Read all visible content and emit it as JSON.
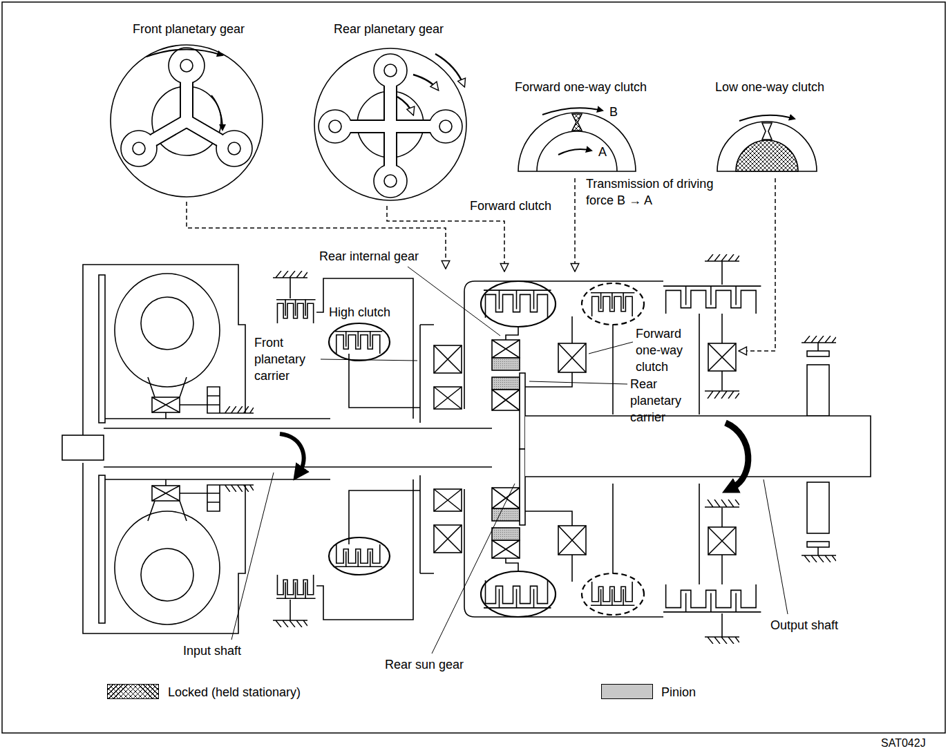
{
  "diagram": {
    "labels": [
      "Front planetary gear",
      "Rear planetary gear",
      "Forward one-way clutch",
      "Low one-way clutch",
      "B",
      "A",
      "Transmission of driving force B → A",
      "Forward clutch",
      "Rear internal gear",
      "High clutch",
      "Front planetary carrier",
      "Forward one-way clutch",
      "Rear planetary carrier",
      "Input shaft",
      "Rear sun gear",
      "Output shaft",
      "SAT042J"
    ],
    "legend": [
      {
        "text": "Locked (held stationary)"
      },
      {
        "text": "Pinion",
        "color": "#c8c8c8"
      }
    ]
  }
}
